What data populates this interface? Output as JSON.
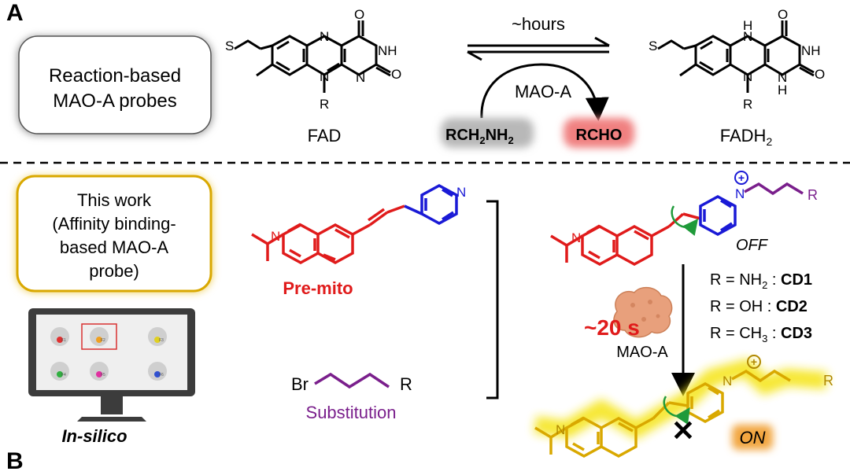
{
  "panel_a": {
    "letter": "A",
    "box_line1": "Reaction-based",
    "box_line2": "MAO-A probes",
    "fad_label": "FAD",
    "fadh2_label": "FADH",
    "fadh2_sub": "2",
    "hours_label": "~hours",
    "enzyme_label": "MAO-A",
    "amine_main": "RCH",
    "amine_sub": "2",
    "amine_main2": "NH",
    "amine_sub2": "2",
    "aldehyde": "RCHO",
    "atoms": {
      "S": "S",
      "N": "N",
      "R": "R",
      "O": "O",
      "NH": "NH",
      "H": "H"
    }
  },
  "panel_b": {
    "letter": "B",
    "work_line1": "This work",
    "work_line2": "(Affinity binding-",
    "work_line3": "based MAO-A",
    "work_line4": "probe)",
    "insilico": "In-silico",
    "premito": "Pre-mito",
    "substitution": "Substitution",
    "br": "Br",
    "r": "R",
    "time": "~20 s",
    "mao": "MAO-A",
    "off": "OFF",
    "on": "ON",
    "r_defs": [
      {
        "prefix": "R = NH",
        "sub": "2",
        "sep": " : ",
        "code": "CD1"
      },
      {
        "prefix": "R = OH",
        "sub": "",
        "sep": "  : ",
        "code": "CD2"
      },
      {
        "prefix": "R = CH",
        "sub": "3",
        "sep": " : ",
        "code": "CD3"
      }
    ],
    "screen_labels": [
      "F1",
      "F2",
      "F3",
      "F4",
      "F5",
      "F6"
    ],
    "n_plus": "N",
    "plus": "+",
    "x_mark": "✕"
  },
  "colors": {
    "red": "#e01b1b",
    "blue": "#1a1ad6",
    "purple": "#7a1f8c",
    "yellow": "#f5e51a",
    "gold_border": "#d9a800",
    "highlight_red": "#f3a0a0",
    "highlight_grey": "#cfcfcf"
  }
}
